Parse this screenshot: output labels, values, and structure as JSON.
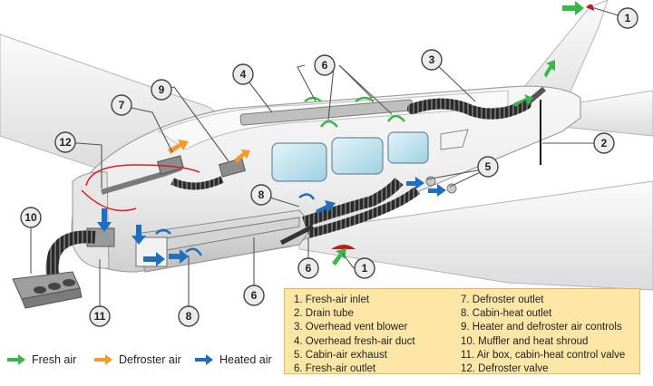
{
  "key": {
    "col1": [
      "1. Fresh-air inlet",
      "2. Drain tube",
      "3. Overhead vent blower",
      "4. Overhead fresh-air duct",
      "5. Cabin-air exhaust",
      "6. Fresh-air outlet"
    ],
    "col2": [
      "7. Defroster outlet",
      "8. Cabin-heat outlet",
      "9. Heater and defroster air controls",
      "10. Muffler and heat shroud",
      "11. Air box, cabin-heat control valve",
      "12. Defroster valve"
    ]
  },
  "legend": [
    {
      "label": "Fresh air",
      "color": "#3cb54a"
    },
    {
      "label": "Defroster air",
      "color": "#f39a2b"
    },
    {
      "label": "Heated air",
      "color": "#1f6fc0"
    }
  ],
  "callouts": [
    "1",
    "2",
    "3",
    "4",
    "5",
    "6",
    "6",
    "6",
    "7",
    "8",
    "8",
    "9",
    "10",
    "11",
    "12",
    "1"
  ],
  "colors": {
    "fresh": "#3cb54a",
    "defroster": "#f39a2b",
    "heated": "#1f6fc0",
    "key_bg": "#fde6a6",
    "fuselage": "#f4f4f4",
    "window": "#bfe3ef"
  }
}
